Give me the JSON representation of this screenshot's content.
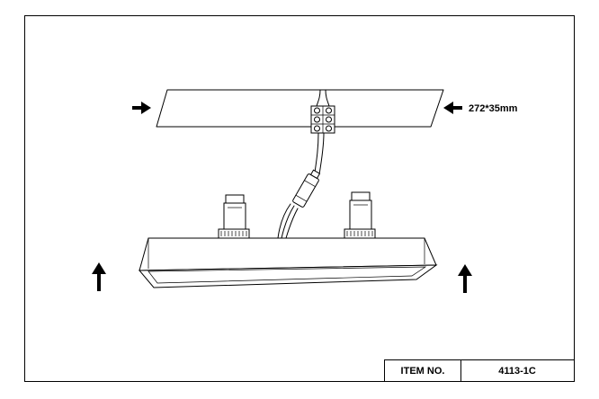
{
  "drawing": {
    "dimension_label": "272*35mm"
  },
  "title_block": {
    "item_label": "ITEM NO.",
    "item_value": "4113-1C"
  }
}
